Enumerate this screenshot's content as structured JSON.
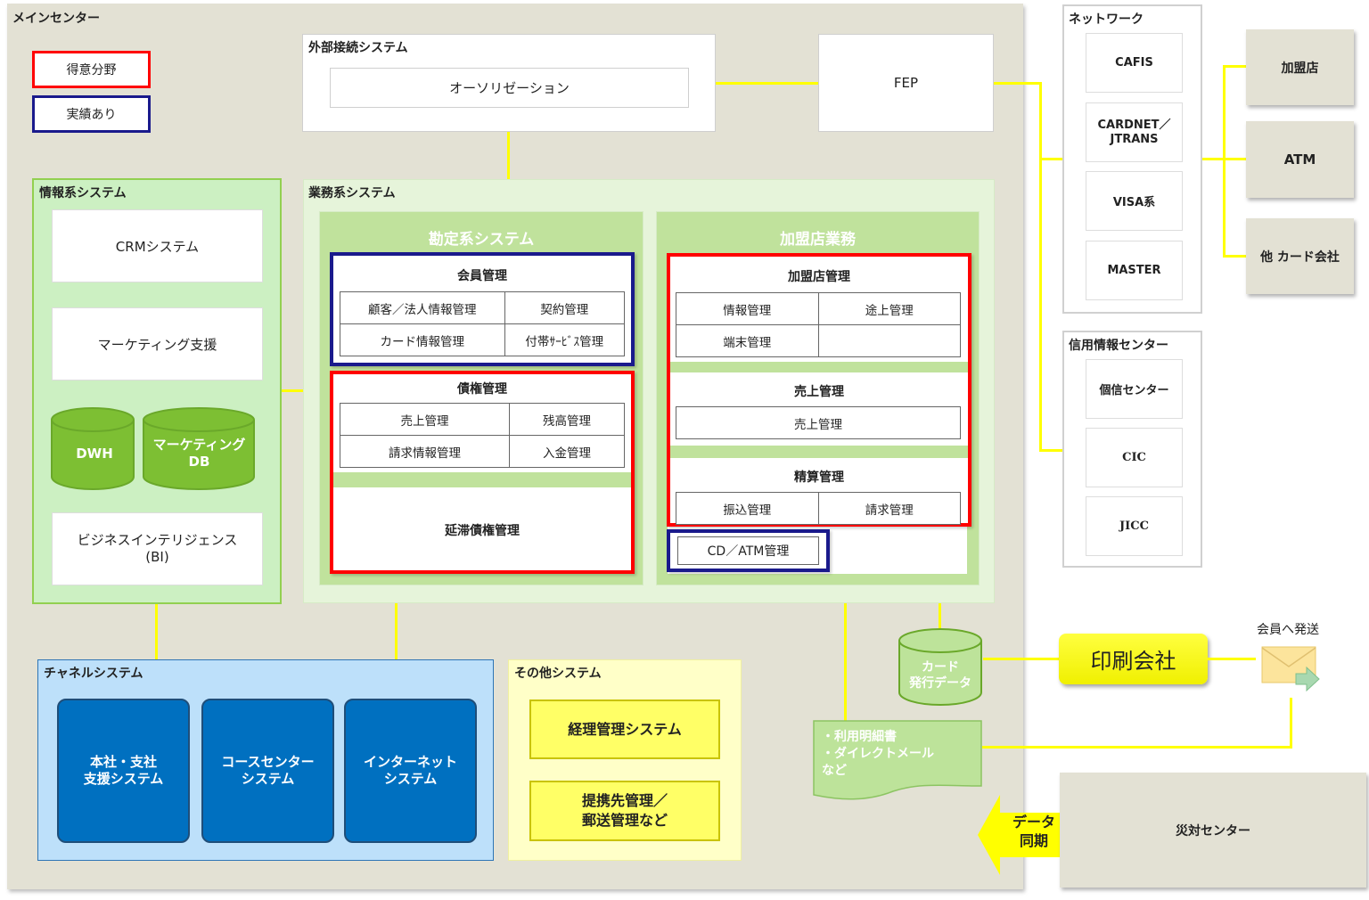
{
  "legend": {
    "strength": "得意分野",
    "track_record": "実績あり"
  },
  "legend_colors": {
    "strength": "#ff0000",
    "track_record": "#1a1a8c",
    "connector": "#ffff00"
  },
  "main_center": {
    "title": "メインセンター"
  },
  "external": {
    "title": "外部接続システム",
    "authorization": "オーソリゼーション"
  },
  "fep": {
    "label": "FEP"
  },
  "info_system": {
    "title": "情報系システム",
    "items": [
      "CRMシステム",
      "マーケティング支援"
    ],
    "dbs": [
      {
        "label": "DWH"
      },
      {
        "label_line1": "マーケティング",
        "label_line2": "DB"
      }
    ],
    "bi_line1": "ビジネスインテリジェンス",
    "bi_line2": "(BI)"
  },
  "business_system": {
    "title": "業務系システム",
    "accounting": {
      "title": "勘定系システム",
      "member": {
        "title": "会員管理",
        "cells": [
          [
            "顧客／法人情報管理",
            "契約管理"
          ],
          [
            "カード情報管理",
            "付帯ｻｰﾋﾞｽ管理"
          ]
        ]
      },
      "receivables": {
        "title": "債権管理",
        "cells": [
          [
            "売上管理",
            "残高管理"
          ],
          [
            "請求情報管理",
            "入金管理"
          ]
        ]
      },
      "overdue": {
        "title": "延滞債権管理"
      }
    },
    "merchant": {
      "title": "加盟店業務",
      "merchant_mgmt": {
        "title": "加盟店管理",
        "cells": [
          [
            "情報管理",
            "途上管理"
          ],
          [
            "端末管理",
            ""
          ]
        ]
      },
      "sales": {
        "title": "売上管理",
        "cell": "売上管理"
      },
      "settlement": {
        "title": "精算管理",
        "cells": [
          [
            "振込管理",
            "請求管理"
          ]
        ]
      },
      "cd_atm": "CD／ATM管理"
    }
  },
  "channel": {
    "title": "チャネルシステム",
    "items": [
      {
        "line1": "本社・支社",
        "line2": "支援システム"
      },
      {
        "line1": "コースセンター",
        "line2": "システム"
      },
      {
        "line1": "インターネット",
        "line2": "システム"
      }
    ]
  },
  "other": {
    "title": "その他システム",
    "accounting_mgmt": "経理管理システム",
    "partner_line1": "提携先管理／",
    "partner_line2": "郵送管理など"
  },
  "card_issue": {
    "line1": "カード",
    "line2": "発行データ"
  },
  "documents": {
    "line1": "・利用明細書",
    "line2": "・ダイレクトメール",
    "line3": "など"
  },
  "printing": {
    "label": "印刷会社"
  },
  "mail": {
    "label": "会員へ発送"
  },
  "sync": {
    "line1": "データ",
    "line2": "同期"
  },
  "disaster": {
    "label": "災対センター"
  },
  "network": {
    "title": "ネットワーク",
    "items": [
      "CAFIS",
      "CARDNET／\nJTRANS",
      "VISA系",
      "MASTER"
    ]
  },
  "credit": {
    "title": "信用情報センター",
    "items": [
      "個信センター",
      "CIC",
      "JICC"
    ]
  },
  "partners": [
    "加盟店",
    "ATM",
    "他 カード会社"
  ]
}
